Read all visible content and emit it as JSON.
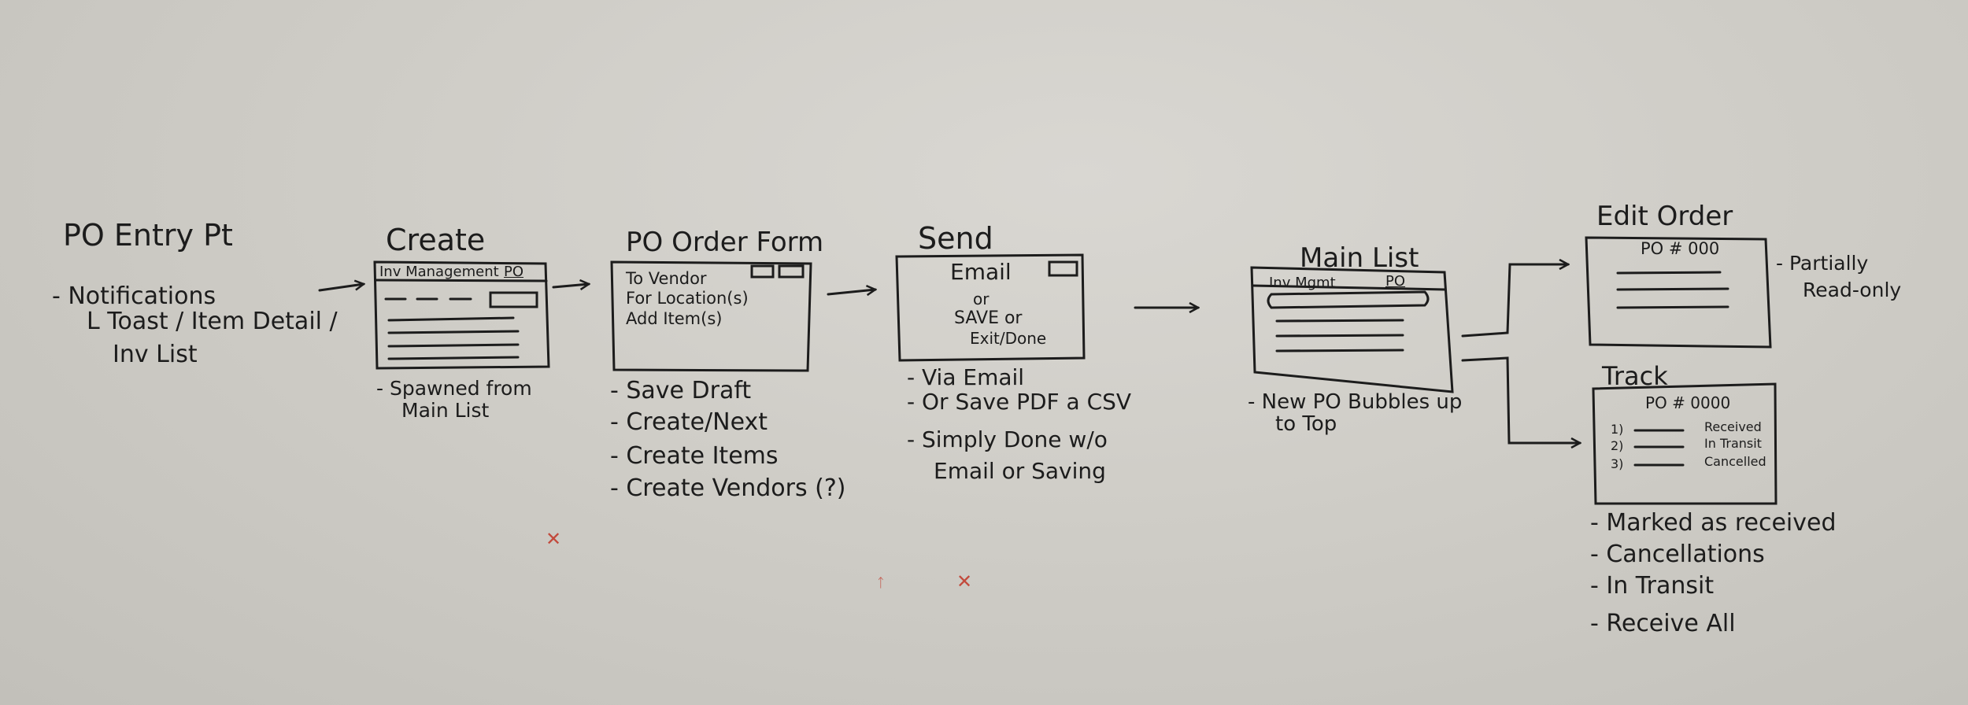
{
  "stages": {
    "entry": {
      "title": "PO Entry Pt",
      "lines": [
        "- Notifications",
        "L Toast / Item Detail /",
        "Inv List"
      ]
    },
    "create": {
      "title": "Create",
      "sketch": {
        "header": "Inv Management",
        "tag": "PO"
      },
      "notes": [
        "- Spawned from",
        "Main List"
      ]
    },
    "form": {
      "title": "PO Order Form",
      "sketch": {
        "lines": [
          "To Vendor",
          "For Location(s)",
          "Add Item(s)"
        ]
      },
      "notes": [
        "- Save Draft",
        "- Create/Next",
        "- Create Items",
        "- Create Vendors (?)"
      ]
    },
    "send": {
      "title": "Send",
      "sketch": {
        "lines": [
          "Email",
          "or",
          "SAVE or",
          "Exit/Done"
        ]
      },
      "notes": [
        "- Via Email",
        "- Or Save PDF a CSV",
        "- Simply Done w/o",
        "Email or Saving"
      ]
    },
    "main_list": {
      "title": "Main List",
      "sketch": {
        "header": "Inv Mgmt",
        "tag": "PO"
      },
      "notes": [
        "- New PO Bubbles up",
        "to Top"
      ]
    },
    "edit_order": {
      "title": "Edit Order",
      "sketch": {
        "header": "PO # 000"
      },
      "notes": [
        "- Partially",
        "Read-only"
      ]
    },
    "track": {
      "title": "Track",
      "sketch": {
        "header": "PO # 0000",
        "items": [
          "1)",
          "2)",
          "3)"
        ],
        "statuses": [
          "Received",
          "In Transit",
          "Cancelled"
        ]
      },
      "notes": [
        "- Marked as received",
        "- Cancellations",
        "- In Transit",
        "- Receive All"
      ]
    }
  },
  "colors": {
    "ink": "#1c1c1c",
    "board": "#cfcdc7",
    "red_marks": "#c24a3c"
  }
}
